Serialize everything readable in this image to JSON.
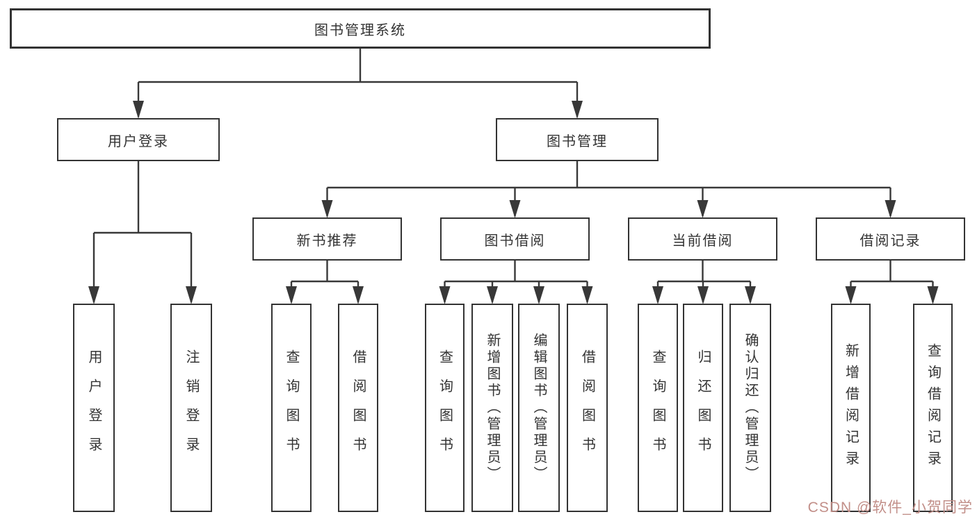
{
  "title": "图书管理系统",
  "colors": {
    "line": "#383838",
    "border": "#333333",
    "fill": "#ffffff",
    "text": "#333333",
    "watermark": "#c28f89"
  },
  "nodes": {
    "root": {
      "label": "图书管理系统"
    },
    "level2": [
      {
        "label": "用户登录"
      },
      {
        "label": "图书管理"
      }
    ],
    "level3": [
      {
        "label": "新书推荐"
      },
      {
        "label": "图书借阅"
      },
      {
        "label": "当前借阅"
      },
      {
        "label": "借阅记录"
      }
    ],
    "leaves_login": [
      {
        "label": "用户登录"
      },
      {
        "label": "注销登录"
      }
    ],
    "leaves_recommend": [
      {
        "label": "查询图书"
      },
      {
        "label": "借阅图书"
      }
    ],
    "leaves_borrow": [
      {
        "label": "查询图书"
      },
      {
        "label": "新增图书（管理员）"
      },
      {
        "label": "编辑图书（管理员）"
      },
      {
        "label": "借阅图书"
      }
    ],
    "leaves_current": [
      {
        "label": "查询图书"
      },
      {
        "label": "归还图书"
      },
      {
        "label": "确认归还（管理员）"
      }
    ],
    "leaves_records": [
      {
        "label": "新增借阅记录"
      },
      {
        "label": "查询借阅记录"
      }
    ]
  },
  "watermark": {
    "text": "CSDN @软件_小贺同学"
  }
}
